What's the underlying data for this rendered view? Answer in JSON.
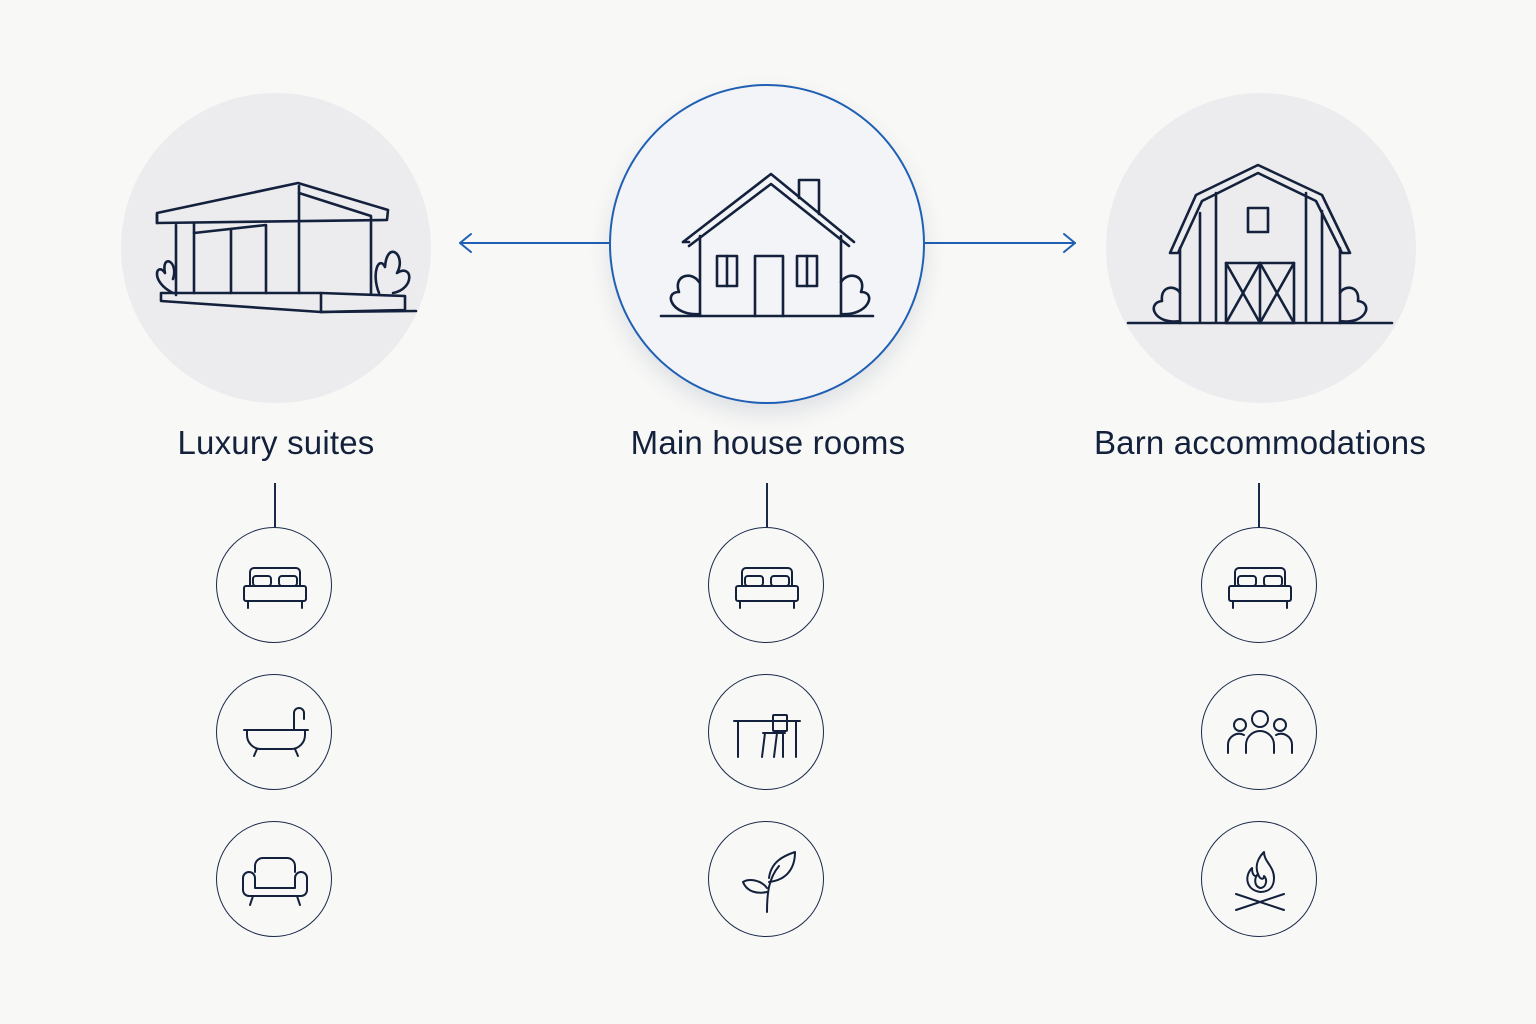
{
  "colors": {
    "accent": "#1f5fb4",
    "ink": "#14213d",
    "background": "#f8f8f6"
  },
  "columns": [
    {
      "label": "Luxury suites",
      "building_icon": "modern-cabin-icon",
      "features": [
        "bed-icon",
        "bathtub-icon",
        "armchair-icon"
      ]
    },
    {
      "label": "Main house rooms",
      "building_icon": "house-icon",
      "features": [
        "bed-icon",
        "desk-chair-icon",
        "leaf-icon"
      ]
    },
    {
      "label": "Barn accommodations",
      "building_icon": "barn-icon",
      "features": [
        "bed-icon",
        "group-icon",
        "campfire-icon"
      ]
    }
  ]
}
